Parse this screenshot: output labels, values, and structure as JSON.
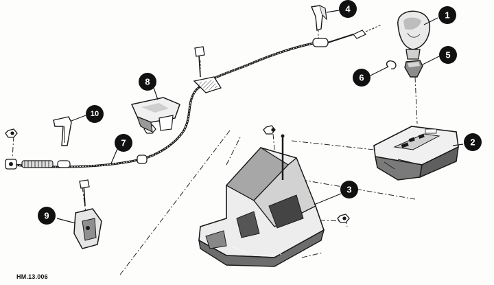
{
  "callouts": [
    {
      "id": "c1",
      "label": "1"
    },
    {
      "id": "c2",
      "label": "2"
    },
    {
      "id": "c3",
      "label": "3"
    },
    {
      "id": "c4",
      "label": "4"
    },
    {
      "id": "c5",
      "label": "5"
    },
    {
      "id": "c6",
      "label": "6"
    },
    {
      "id": "c7",
      "label": "7"
    },
    {
      "id": "c8",
      "label": "8"
    },
    {
      "id": "c9",
      "label": "9"
    },
    {
      "id": "c10",
      "label": "10"
    }
  ],
  "figure_ref": "HM.13.006",
  "colors": {
    "ink": "#1a1a1a",
    "callout_fill": "#111111",
    "paper": "#fdfdfc",
    "shade": "#6a6a6a"
  }
}
